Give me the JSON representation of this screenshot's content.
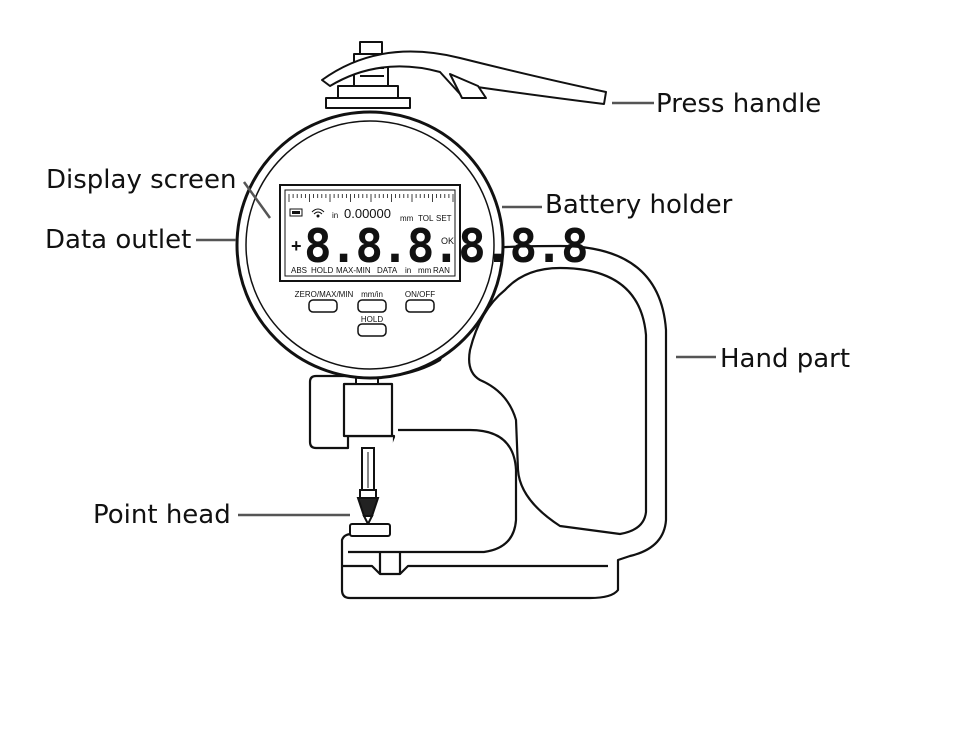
{
  "labels": {
    "press_handle": "Press handle",
    "display_screen": "Display screen",
    "battery_holder": "Battery holder",
    "data_outlet": "Data outlet",
    "hand_part": "Hand part",
    "point_head": "Point head"
  },
  "lcd": {
    "top_unit": "in",
    "top_digits": "0.00000",
    "top_unit2": "mm",
    "tol": "TOL",
    "set": "SET",
    "sign": "+",
    "main_digits": "8.8.8.8.8.8",
    "ok": "OK",
    "bottom_row": [
      "ABS",
      "HOLD",
      "MAX-MIN",
      "DATA",
      "in",
      "mm",
      "RAN"
    ]
  },
  "buttons": {
    "zero": "ZERO/MAX/MIN",
    "unit": "mm/in",
    "power": "ON/OFF",
    "hold": "HOLD"
  },
  "colors": {
    "line": "#111111",
    "leader": "#555555",
    "background": "#ffffff"
  }
}
